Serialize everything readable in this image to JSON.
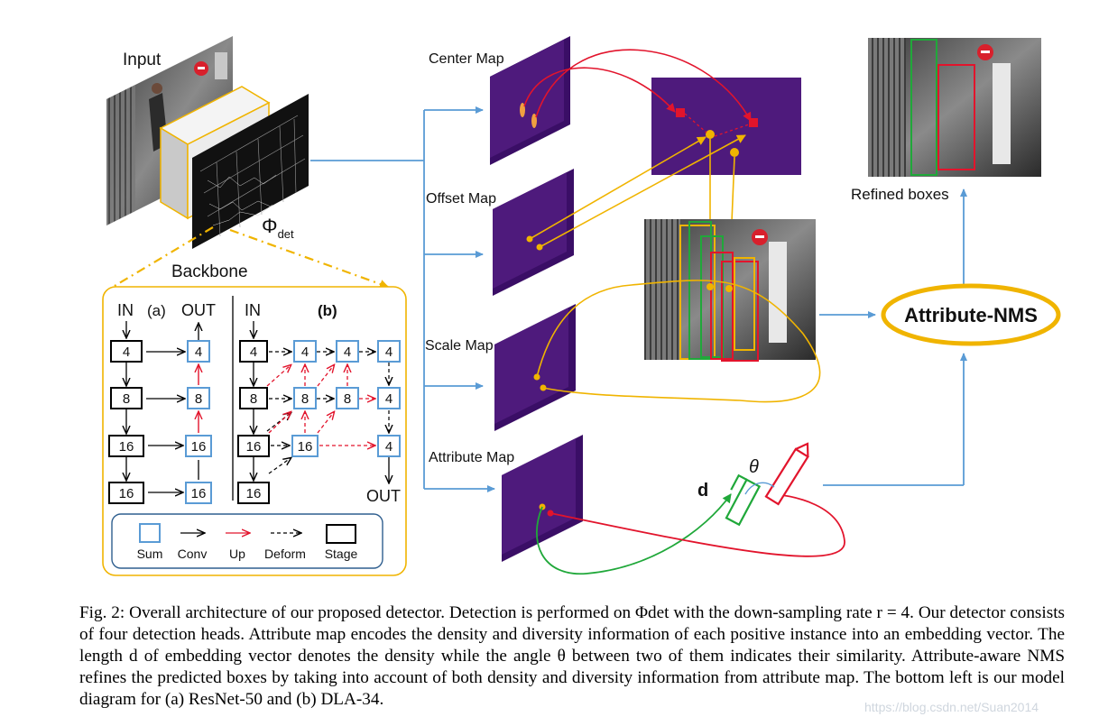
{
  "input_label": "Input",
  "backbone_label": "Backbone",
  "phi_label": "Φ",
  "phi_sub": "det",
  "heads": {
    "center": "Center Map",
    "offset": "Offset Map",
    "scale": "Scale Map",
    "attribute": "Attribute Map"
  },
  "refined_label": "Refined boxes",
  "nms_label": "Attribute-NMS",
  "embedding": {
    "d": "d",
    "theta": "θ"
  },
  "panel_a": {
    "in": "IN",
    "tag": "(a)",
    "out": "OUT",
    "stages": [
      "4",
      "8",
      "16",
      "16"
    ],
    "outs": [
      "4",
      "8",
      "16",
      "16"
    ]
  },
  "panel_b": {
    "in": "IN",
    "tag": "(b)",
    "out": "OUT",
    "stages": [
      "4",
      "8",
      "16",
      "16"
    ],
    "mid1": [
      "4",
      "8",
      "16"
    ],
    "mid2": [
      "4",
      "8"
    ],
    "outs": [
      "4",
      "4",
      "4"
    ]
  },
  "legend": [
    "Sum",
    "Conv",
    "Up",
    "Deform",
    "Stage"
  ],
  "colors": {
    "map_purple": "#4e1a7c",
    "map_dark": "#3a0e66",
    "arrow_blue": "#5a9bd5",
    "yellow": "#f0b400",
    "red": "#e2142c",
    "green": "#20a83a"
  },
  "caption": "Fig. 2: Overall architecture of our proposed detector. Detection is performed on Φdet with the down-sampling rate r = 4. Our detector consists of four detection heads. Attribute map encodes the density and diversity information of each positive instance into an embedding vector. The length d of embedding vector denotes the density while the angle θ between two of them indicates their similarity. Attribute-aware NMS refines the predicted boxes by taking into account of both density and diversity information from attribute map. The bottom left is our model diagram for (a) ResNet-50 and (b) DLA-34.",
  "watermark": "https://blog.csdn.net/Suan2014"
}
